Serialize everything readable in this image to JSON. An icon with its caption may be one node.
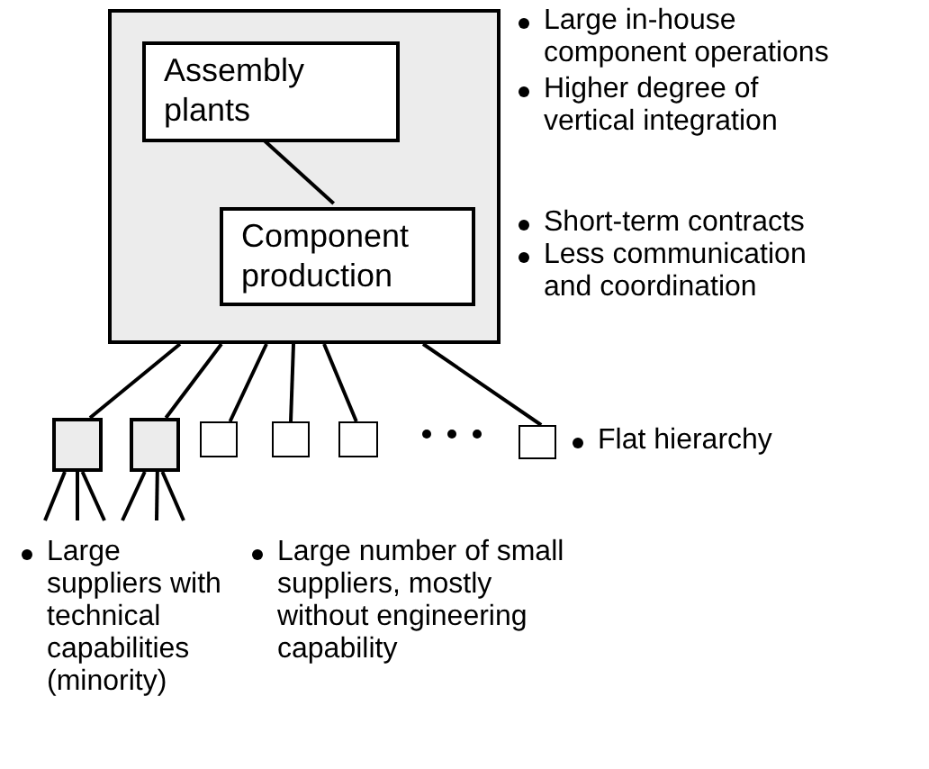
{
  "diagram": {
    "nodes": [
      {
        "text": [],
        "shape": "box"
      },
      {
        "text": [
          "Assembly plants"
        ],
        "in": 0
      },
      {
        "text": [
          "Component production"
        ],
        "in": 0
      },
      {
        "text": [],
        "shape": "box"
      },
      {
        "text": [],
        "shape": "box"
      },
      {
        "text": [],
        "shape": "box"
      },
      {
        "text": [],
        "shape": "box"
      },
      {
        "text": [],
        "shape": "box"
      },
      {
        "text": [],
        "shape": "box"
      }
    ],
    "edges": [
      {
        "from": 1,
        "to": 2,
        "arrow": "none"
      },
      {
        "from": 0,
        "to": 3,
        "arrow": "none"
      },
      {
        "from": 0,
        "to": 4,
        "arrow": "none"
      },
      {
        "from": 0,
        "to": 5,
        "arrow": "none"
      },
      {
        "from": 0,
        "to": 6,
        "arrow": "none"
      },
      {
        "from": 0,
        "to": 7,
        "arrow": "none"
      },
      {
        "from": 0,
        "to": 8,
        "arrow": "none"
      },
      {
        "from": 3,
        "to": null,
        "arrow": "none"
      },
      {
        "from": 3,
        "to": null,
        "arrow": "none"
      },
      {
        "from": 3,
        "to": null,
        "arrow": "none"
      },
      {
        "from": 4,
        "to": null,
        "arrow": "none"
      },
      {
        "from": 4,
        "to": null,
        "arrow": "none"
      },
      {
        "from": 4,
        "to": null,
        "arrow": "none"
      }
    ],
    "labels": [
      "Large in-house component operations",
      "Higher degree of vertical integration",
      "Short-term contracts",
      "Less communication and coordination",
      "Flat hierarchy",
      "Large suppliers with technical capabilities (minority)",
      "Large number of small suppliers, mostly without engineering capability"
    ]
  }
}
